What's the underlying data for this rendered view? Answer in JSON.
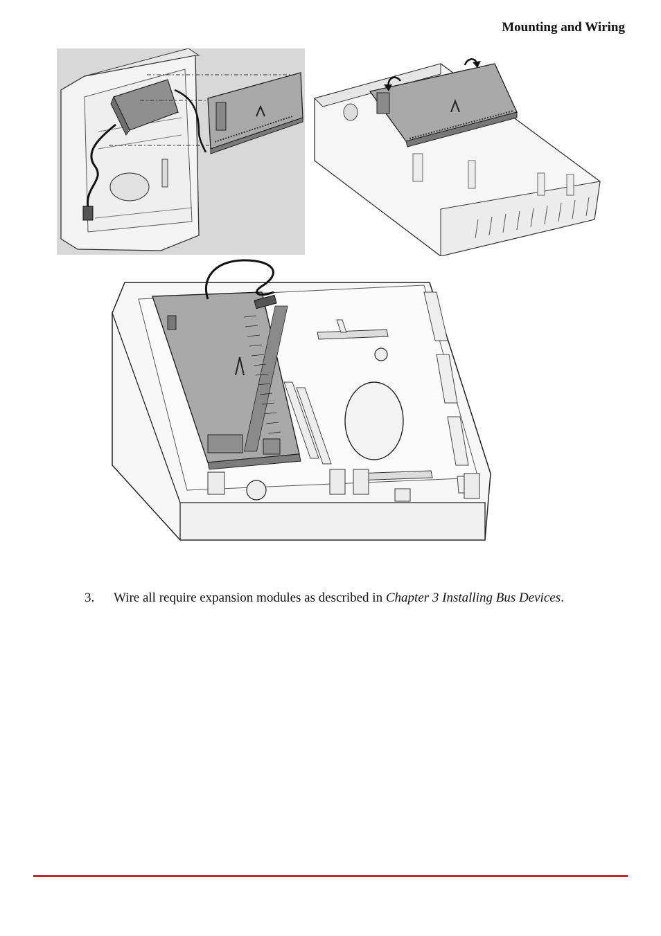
{
  "header": {
    "title": "Mounting and Wiring"
  },
  "step": {
    "number": "3.",
    "text_before": "Wire all require expansion modules as described in ",
    "reference": "Chapter 3 Installing Bus Devices",
    "text_after": "."
  },
  "colors": {
    "rule": "#c0262c",
    "board": "#a9a9a9",
    "line": "#222222"
  }
}
